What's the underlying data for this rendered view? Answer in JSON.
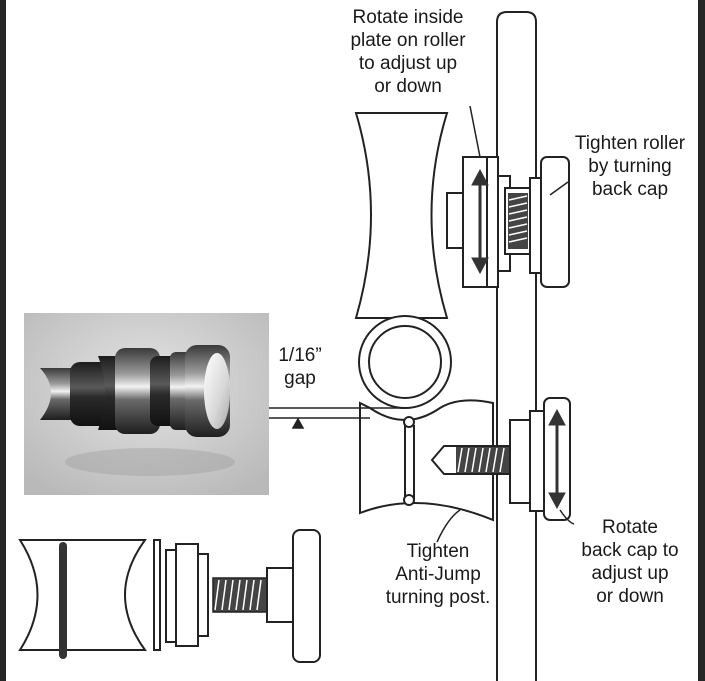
{
  "labels": {
    "rotate_inside_plate": [
      "Rotate inside",
      "plate on roller",
      "to adjust up",
      "or down"
    ],
    "tighten_roller": [
      "Tighten roller",
      "by turning",
      "back cap"
    ],
    "gap": [
      "1/16”",
      "gap"
    ],
    "tighten_anti_jump": [
      "Tighten",
      "Anti-Jump",
      "turning post."
    ],
    "rotate_back_cap": [
      "Rotate",
      "back cap to",
      "adjust up",
      "or down"
    ]
  },
  "colors": {
    "line": "#222222",
    "dark": "#3a3a3a",
    "frame": "#262626",
    "photo_bg": "#cfcfcf"
  }
}
